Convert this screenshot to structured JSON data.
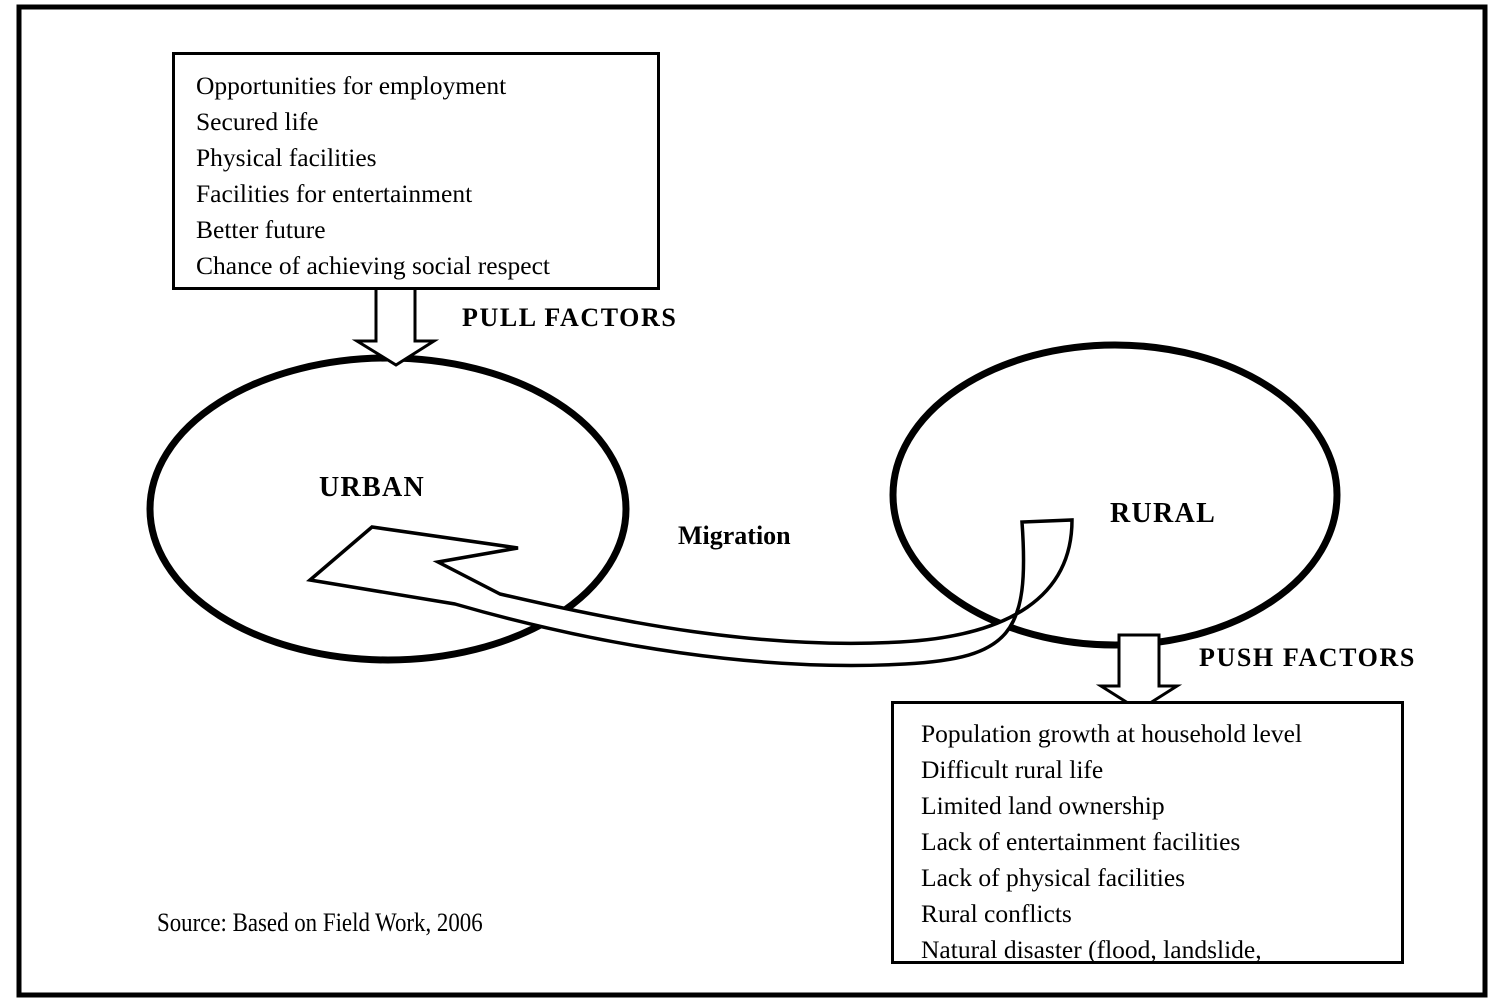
{
  "figure": {
    "type": "flow-diagram",
    "subject": "Rural to urban migration: push and pull factors",
    "border_color": "#000000",
    "background_color": "#ffffff"
  },
  "pull": {
    "label": "PULL FACTORS",
    "items": [
      "Opportunities for employment",
      "Secured life",
      "Physical facilities",
      "Facilities for entertainment",
      "Better future",
      "Chance of achieving social respect"
    ]
  },
  "push": {
    "label": "PUSH FACTORS",
    "items": [
      "Population growth at household level",
      "Difficult rural life",
      "Limited land ownership",
      "Lack of entertainment facilities",
      "Lack of physical facilities",
      "Rural conflicts",
      "Natural disaster (flood, landslide,"
    ]
  },
  "nodes": {
    "urban": "URBAN",
    "rural": "RURAL"
  },
  "edges": {
    "migration": "Migration"
  },
  "source": {
    "caption": "Source: Based on Field Work, 2006"
  }
}
